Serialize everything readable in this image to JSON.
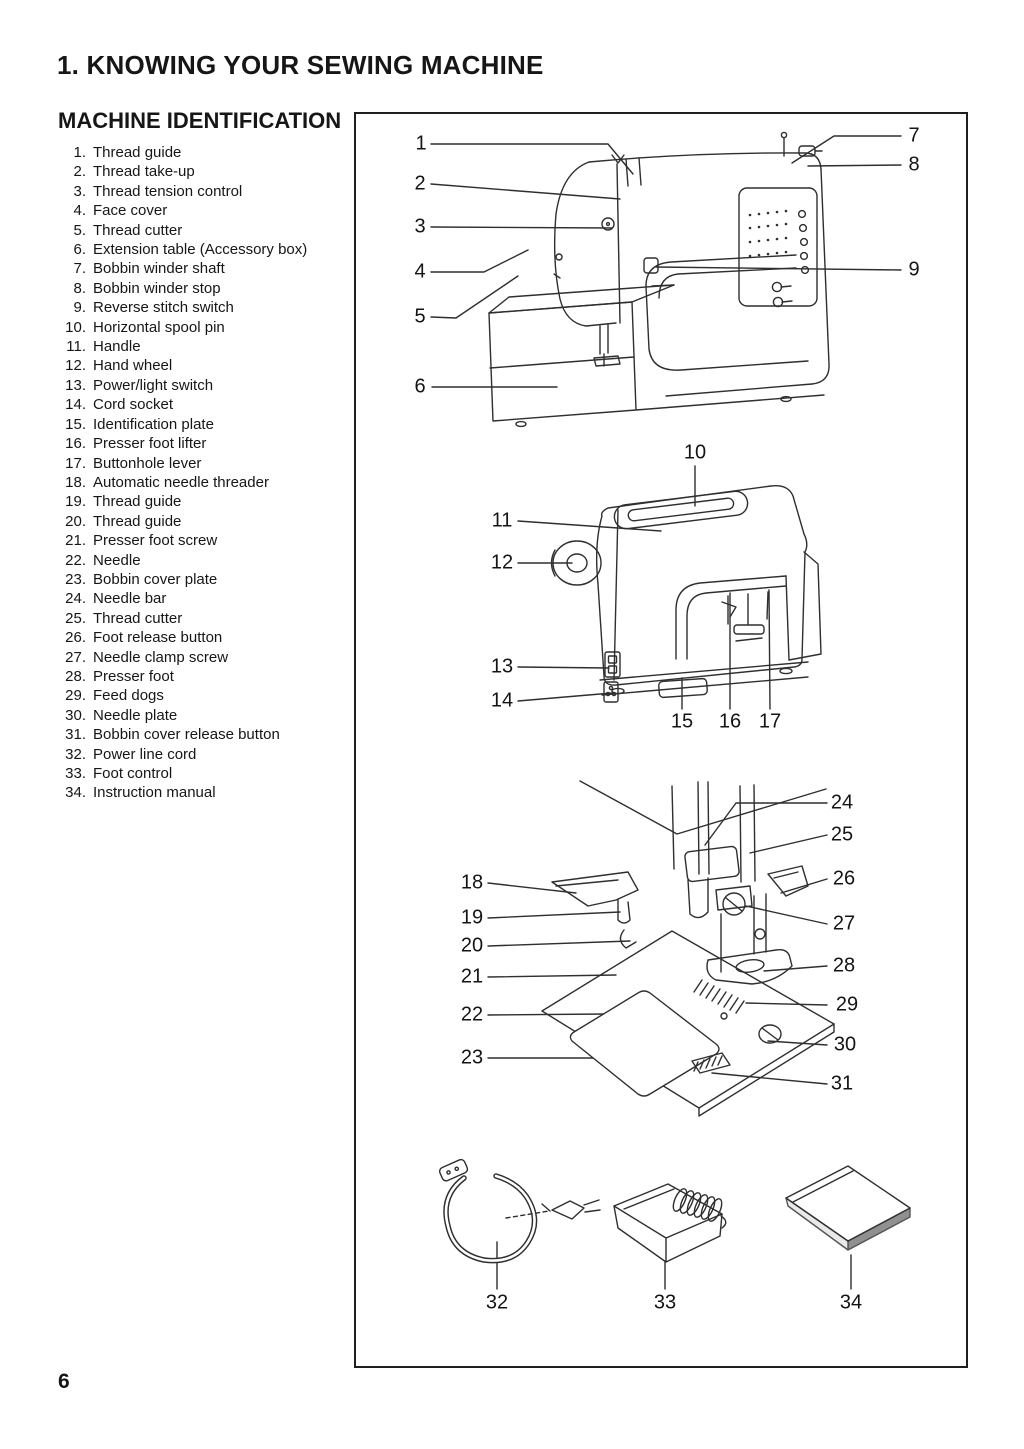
{
  "page": {
    "title": "1. KNOWING YOUR SEWING MACHINE",
    "section_heading": "MACHINE IDENTIFICATION",
    "page_number": "6"
  },
  "parts": [
    {
      "num": "1.",
      "label": "Thread guide"
    },
    {
      "num": "2.",
      "label": "Thread take-up"
    },
    {
      "num": "3.",
      "label": "Thread tension control"
    },
    {
      "num": "4.",
      "label": "Face cover"
    },
    {
      "num": "5.",
      "label": "Thread cutter"
    },
    {
      "num": "6.",
      "label": "Extension table (Accessory box)"
    },
    {
      "num": "7.",
      "label": "Bobbin winder shaft"
    },
    {
      "num": "8.",
      "label": "Bobbin winder stop"
    },
    {
      "num": "9.",
      "label": "Reverse stitch switch"
    },
    {
      "num": "10.",
      "label": "Horizontal spool pin"
    },
    {
      "num": "11.",
      "label": "Handle"
    },
    {
      "num": "12.",
      "label": "Hand wheel"
    },
    {
      "num": "13.",
      "label": "Power/light switch"
    },
    {
      "num": "14.",
      "label": "Cord socket"
    },
    {
      "num": "15.",
      "label": "Identification plate"
    },
    {
      "num": "16.",
      "label": "Presser foot lifter"
    },
    {
      "num": "17.",
      "label": "Buttonhole lever"
    },
    {
      "num": "18.",
      "label": "Automatic needle threader"
    },
    {
      "num": "19.",
      "label": "Thread guide"
    },
    {
      "num": "20.",
      "label": "Thread guide"
    },
    {
      "num": "21.",
      "label": "Presser foot screw"
    },
    {
      "num": "22.",
      "label": "Needle"
    },
    {
      "num": "23.",
      "label": "Bobbin cover plate"
    },
    {
      "num": "24.",
      "label": "Needle bar"
    },
    {
      "num": "25.",
      "label": "Thread cutter"
    },
    {
      "num": "26.",
      "label": "Foot release button"
    },
    {
      "num": "27.",
      "label": "Needle clamp screw"
    },
    {
      "num": "28.",
      "label": "Presser foot"
    },
    {
      "num": "29.",
      "label": "Feed dogs"
    },
    {
      "num": "30.",
      "label": "Needle plate"
    },
    {
      "num": "31.",
      "label": "Bobbin cover release button"
    },
    {
      "num": "32.",
      "label": "Power line cord"
    },
    {
      "num": "33.",
      "label": "Foot control"
    },
    {
      "num": "34.",
      "label": "Instruction manual"
    }
  ],
  "callouts": {
    "front": [
      "1",
      "2",
      "3",
      "4",
      "5",
      "6",
      "7",
      "8",
      "9"
    ],
    "rear": [
      "10",
      "11",
      "12",
      "13",
      "14",
      "15",
      "16",
      "17"
    ],
    "needle": [
      "18",
      "19",
      "20",
      "21",
      "22",
      "23",
      "24",
      "25",
      "26",
      "27",
      "28",
      "29",
      "30",
      "31"
    ],
    "accessories": [
      "32",
      "33",
      "34"
    ]
  },
  "colors": {
    "ink": "#161616",
    "line_art": "#2f2f2f",
    "paper": "#ffffff",
    "book_edge": "#909090"
  }
}
